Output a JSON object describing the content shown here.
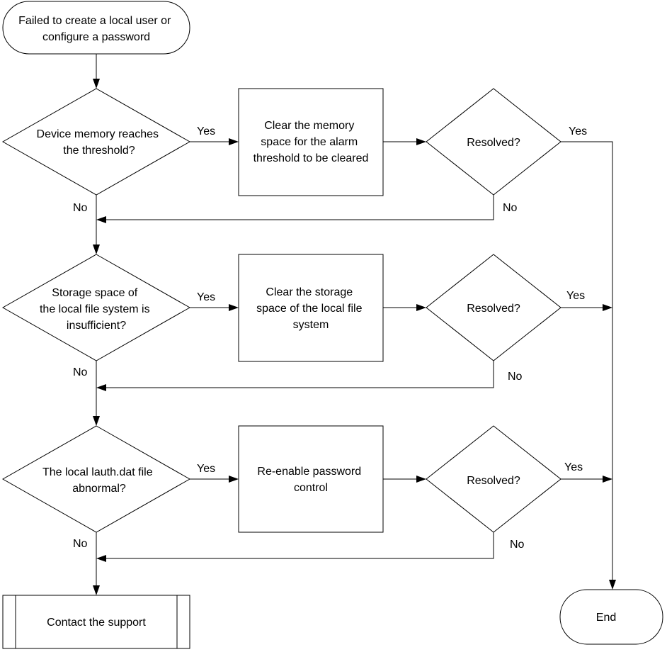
{
  "flowchart": {
    "start": [
      "Failed to create a local user or",
      "configure a password"
    ],
    "checks": [
      {
        "decision": [
          "Device memory reaches",
          "the threshold?"
        ],
        "action": [
          "Clear the memory",
          "space for the alarm",
          "threshold to be cleared"
        ],
        "resolved": "Resolved?",
        "yes_label": "Yes",
        "resolved_yes_label": "Yes",
        "resolved_no_label": "No",
        "no_label": "No"
      },
      {
        "decision": [
          "Storage space of",
          "the local file system is",
          "insufficient?"
        ],
        "action": [
          "Clear the storage",
          "space of the local file",
          "system"
        ],
        "resolved": "Resolved?",
        "yes_label": "Yes",
        "resolved_yes_label": "Yes",
        "resolved_no_label": "No",
        "no_label": "No"
      },
      {
        "decision": [
          "The local lauth.dat file",
          "abnormal?"
        ],
        "action": [
          "Re-enable password",
          "control"
        ],
        "resolved": "Resolved?",
        "yes_label": "Yes",
        "resolved_yes_label": "Yes",
        "resolved_no_label": "No",
        "no_label": "No"
      }
    ],
    "contact": "Contact the support",
    "end": "End"
  }
}
